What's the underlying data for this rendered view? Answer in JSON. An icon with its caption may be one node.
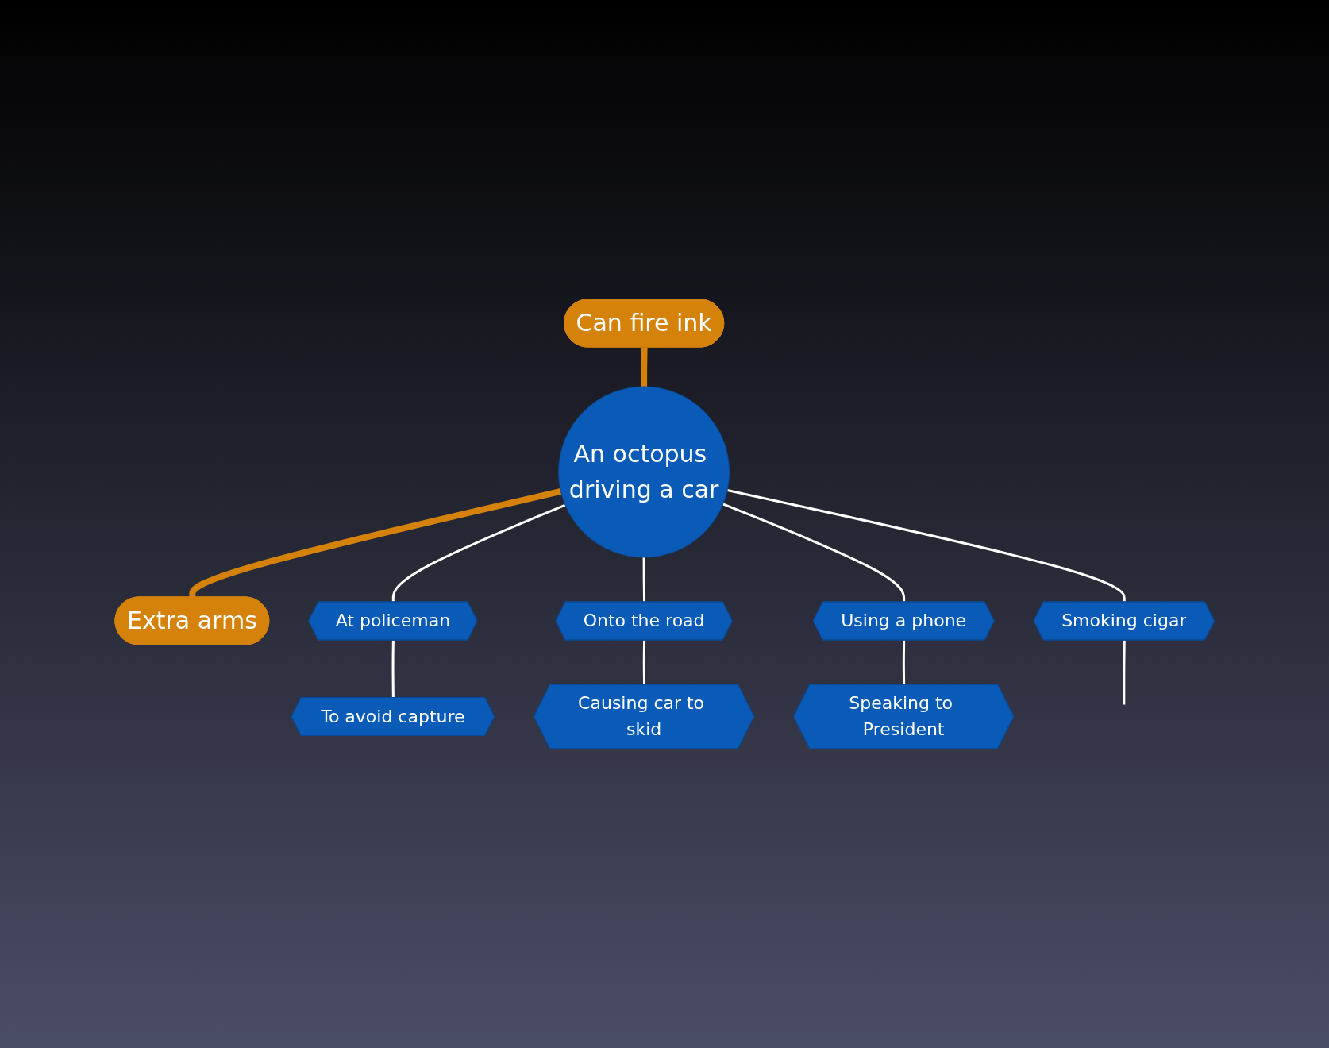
{
  "diagram": {
    "nodes": [
      {
        "text": [
          "An octopus driving a car"
        ]
      },
      {
        "text": [
          "Can fire ink"
        ]
      },
      {
        "text": [
          "Extra arms"
        ]
      },
      {
        "text": [
          "At policeman"
        ]
      },
      {
        "text": [
          "To avoid capture"
        ]
      },
      {
        "text": [
          "Onto the road"
        ]
      },
      {
        "text": [
          "Causing car to skid"
        ]
      },
      {
        "text": [
          "Using a phone"
        ]
      },
      {
        "text": [
          "Speaking to President"
        ]
      },
      {
        "text": [
          "Smoking cigar"
        ]
      }
    ],
    "edges": [
      {
        "from": 1,
        "to": 0,
        "arrow": "none",
        "style": "thick",
        "color": "#d4820a"
      },
      {
        "from": 0,
        "to": 2,
        "arrow": "none",
        "style": "thick",
        "color": "#d4820a"
      },
      {
        "from": 0,
        "to": 3,
        "arrow": "none"
      },
      {
        "from": 3,
        "to": 4,
        "arrow": "none"
      },
      {
        "from": 0,
        "to": 5,
        "arrow": "none"
      },
      {
        "from": 5,
        "to": 6,
        "arrow": "none"
      },
      {
        "from": 0,
        "to": 7,
        "arrow": "none"
      },
      {
        "from": 7,
        "to": 8,
        "arrow": "none"
      },
      {
        "from": 0,
        "to": 9,
        "arrow": "none"
      },
      {
        "from": 9,
        "to": null,
        "arrow": "none"
      }
    ]
  }
}
